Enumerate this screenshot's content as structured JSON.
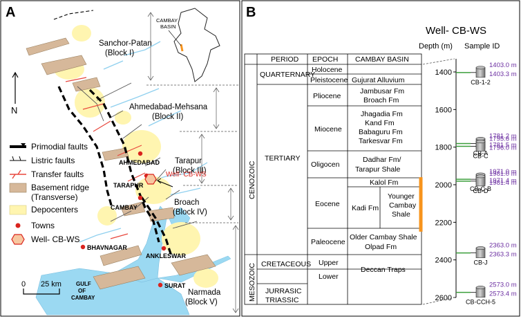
{
  "panel_a": {
    "label": "A",
    "north": "N",
    "inset_label": "CAMBAY\nBASIN",
    "blocks": [
      {
        "name": "Sanchor-Patan",
        "num": "(Block I)"
      },
      {
        "name": "Ahmedabad-Mehsana",
        "num": "(Block II)"
      },
      {
        "name": "Tarapur",
        "num": "(Block III)"
      },
      {
        "name": "Broach",
        "num": "(Block IV)"
      },
      {
        "name": "Narmada",
        "num": "(Block V)"
      }
    ],
    "towns": [
      "AHMEDABAD",
      "TARAPUR",
      "CAMBAY",
      "BHAVNAGAR",
      "ANKLESWAR",
      "SURAT"
    ],
    "well_label": "Well- CB-WS",
    "gulf_label": [
      "GULF",
      "OF",
      "CAMBAY"
    ],
    "legend": [
      {
        "icon": "primordial-fault-icon",
        "label": "Primodial faults"
      },
      {
        "icon": "listric-fault-icon",
        "label": "Listric faults"
      },
      {
        "icon": "transfer-fault-icon",
        "label": "Transfer faults"
      },
      {
        "icon": "basement-ridge-icon",
        "label": "Basement ridge"
      },
      {
        "icon": "",
        "label": "(Transverse)"
      },
      {
        "icon": "depocenter-icon",
        "label": "Depocenters"
      },
      {
        "icon": "town-icon",
        "label": "Towns"
      },
      {
        "icon": "well-icon",
        "label": "Well- CB-WS"
      }
    ],
    "scale": {
      "start": "0",
      "end": "25 km"
    },
    "colors": {
      "ridge": "#d6b89a",
      "depocenter": "#fff5b0",
      "water": "#9bd9f2",
      "fault": "#e8463c",
      "town": "#d9241e"
    }
  },
  "panel_b": {
    "label": "B",
    "well_title": "Well- CB-WS",
    "header": {
      "period": "PERIOD",
      "epoch": "EPOCH",
      "basin": "CAMBAY BASIN",
      "depth": "Depth (m)",
      "sample": "Sample ID"
    },
    "eras": [
      "CENOZOIC",
      "MESOZOIC"
    ],
    "periods": [
      "QUARTERNARY",
      "TERTIARY",
      "CRETACEOUS",
      "JURRASIC",
      "TRIASSIC"
    ],
    "epochs": [
      "Holocene",
      "Pleistocene",
      "Pliocene",
      "Miocene",
      "Oligocen",
      "Eocene",
      "Paleocene",
      "Upper",
      "Lower"
    ],
    "units": {
      "holocene": [],
      "pleistocene": [
        "Gujurat Alluvium"
      ],
      "pliocene": [
        "Jambusar Fm",
        "Broach Fm"
      ],
      "miocene": [
        "Jhagadia Fm",
        "Kand Fm",
        "Babaguru Fm",
        "Tarkesvar Fm"
      ],
      "oligocene": [
        "Dadhar Fm/",
        "Tarapur Shale"
      ],
      "eocene_top": "Kalol Fm",
      "eocene_left": "Kadi Fm",
      "eocene_right": [
        "Younger",
        "Cambay",
        "Shale"
      ],
      "paleocene": [
        "Older Cambay Shale",
        "Olpad Fm"
      ],
      "cretaceous": "Deccan Traps"
    },
    "depth_ticks": [
      1400,
      1600,
      1800,
      2000,
      2200,
      2400,
      2600
    ],
    "interval": [
      1960,
      2250
    ],
    "samples": [
      {
        "id": "CB-1-2",
        "depths": [
          "1403.0 m",
          "1403.3 m"
        ],
        "d": [
          1403.0,
          1403.3
        ]
      },
      {
        "id": "CB-A",
        "depths": [
          "1781.2 m",
          "1781.5 m"
        ],
        "d": [
          1781.2,
          1781.5
        ]
      },
      {
        "id": "CB-C",
        "depths": [
          "1795.6 m",
          "1796.0 m"
        ],
        "d": [
          1795.6,
          1796.0
        ]
      },
      {
        "id": "CB-C-B",
        "depths": [
          "1971.0 m",
          "1971.4 m"
        ],
        "d": [
          1971.0,
          1971.4
        ]
      },
      {
        "id": "CB-D",
        "depths": [
          "1981.0 m",
          "1981.4 m"
        ],
        "d": [
          1981.0,
          1981.4
        ]
      },
      {
        "id": "CB-J",
        "depths": [
          "2363.0 m",
          "2363.3 m"
        ],
        "d": [
          2363.0,
          2363.3
        ]
      },
      {
        "id": "CB-CCH-5",
        "depths": [
          "2573.0 m",
          "2573.4 m"
        ],
        "d": [
          2573.0,
          2573.4
        ]
      }
    ],
    "colors": {
      "interval": "#f7941d",
      "sample_line": "#3a9e3a",
      "sample_id": "#6a2ca0"
    }
  }
}
